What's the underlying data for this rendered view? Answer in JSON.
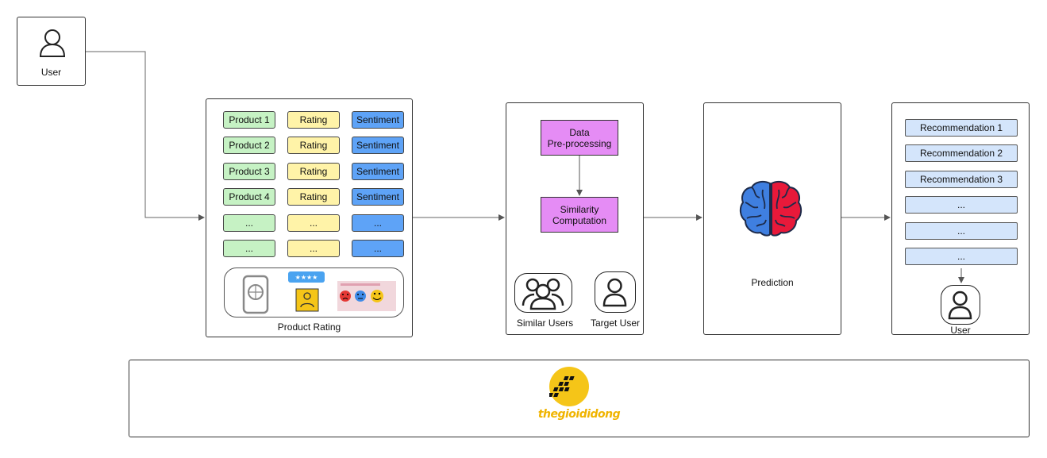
{
  "user_box": {
    "label": "User"
  },
  "product_rating": {
    "rows": [
      {
        "product": "Product 1",
        "rating": "Rating",
        "sentiment": "Sentiment"
      },
      {
        "product": "Product 2",
        "rating": "Rating",
        "sentiment": "Sentiment"
      },
      {
        "product": "Product 3",
        "rating": "Rating",
        "sentiment": "Sentiment"
      },
      {
        "product": "Product 4",
        "rating": "Rating",
        "sentiment": "Sentiment"
      },
      {
        "product": "...",
        "rating": "...",
        "sentiment": "..."
      },
      {
        "product": "...",
        "rating": "...",
        "sentiment": "..."
      }
    ],
    "caption": "Product Rating",
    "colors": {
      "product": "#c6f2c4",
      "rating": "#fff3a8",
      "sentiment": "#5ea3f7"
    }
  },
  "similarity": {
    "step1": [
      "Data",
      "Pre-processing"
    ],
    "step2": [
      "Similarity",
      "Computation"
    ],
    "similar_users_label": "Similar Users",
    "target_user_label": "Target User",
    "box_color": "#e58cf5"
  },
  "prediction": {
    "label": "Prediction"
  },
  "recommendations": {
    "items": [
      "Recommendation 1",
      "Recommendation 2",
      "Recommendation 3",
      "...",
      "...",
      "..."
    ],
    "user_label": "User",
    "item_color": "#d4e5fb"
  },
  "logo": {
    "text": "thegioididong",
    "color": "#f5c518"
  }
}
